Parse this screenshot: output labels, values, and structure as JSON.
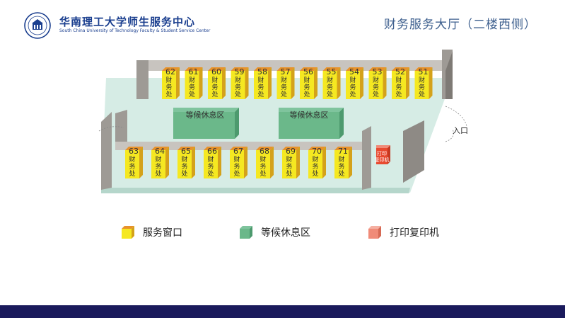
{
  "header": {
    "title": "华南理工大学师生服务中心",
    "subtitle": "South China University of Technology Faculty & Student Service Center",
    "page_title": "财务服务大厅（二楼西侧）"
  },
  "map": {
    "top_row_windows": [
      "62",
      "61",
      "60",
      "59",
      "58",
      "57",
      "56",
      "55",
      "54",
      "53",
      "52",
      "51"
    ],
    "bottom_row_windows": [
      "63",
      "64",
      "65",
      "66",
      "67",
      "68",
      "69",
      "70",
      "71"
    ],
    "window_label": "财务处",
    "waiting_areas": [
      "等候休息区",
      "等候休息区"
    ],
    "printer_label_line1": "打印",
    "printer_label_line2": "复印机",
    "entrance_label": "入口"
  },
  "legend": [
    {
      "label": "服务窗口",
      "color_top": "#e8922a",
      "color_front": "#f5e821"
    },
    {
      "label": "等候休息区",
      "color_top": "#7fc49d",
      "color_front": "#5aa97b"
    },
    {
      "label": "打印复印机",
      "color_top": "#f08b78",
      "color_front": "#e86a55"
    }
  ],
  "colors": {
    "floor": "#d6ece5",
    "wall": "#9e9a95",
    "window_front": "#f5e821",
    "window_top": "#e8922a",
    "waiting": "#5aa97b",
    "printer": "#e84a30",
    "footer": "#1a1a5c"
  }
}
